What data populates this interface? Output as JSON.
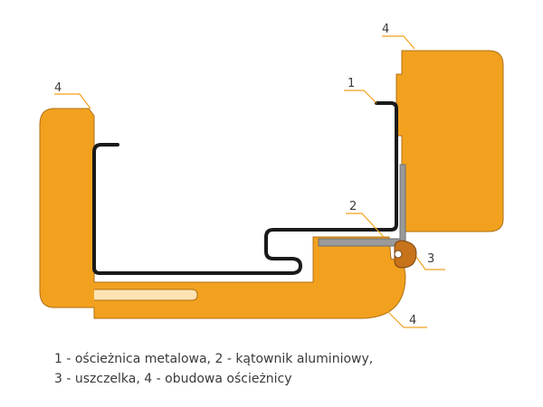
{
  "colors": {
    "casing": "#F2A11F",
    "casing_edge": "#B07012",
    "metal_frame": "#1A1A1A",
    "aluminium_angle": "#9A9A9A",
    "seal": "#C7731C",
    "callout_line": "#F2A11F",
    "text": "#3A3A3A"
  },
  "callouts": [
    {
      "id": "callout-1",
      "number": "1",
      "refers_to": "metal-frame"
    },
    {
      "id": "callout-2",
      "number": "2",
      "refers_to": "aluminium-angle"
    },
    {
      "id": "callout-3",
      "number": "3",
      "refers_to": "seal"
    },
    {
      "id": "callout-4-left",
      "number": "4",
      "refers_to": "casing"
    },
    {
      "id": "callout-4-right",
      "number": "4",
      "refers_to": "casing"
    },
    {
      "id": "callout-4-bottom",
      "number": "4",
      "refers_to": "casing"
    }
  ],
  "legend": {
    "line1": "1 - ościeżnica metalowa, 2 - kątownik aluminiowy,",
    "line2": "3 - uszczelka, 4 - obudowa ościeżnicy"
  }
}
